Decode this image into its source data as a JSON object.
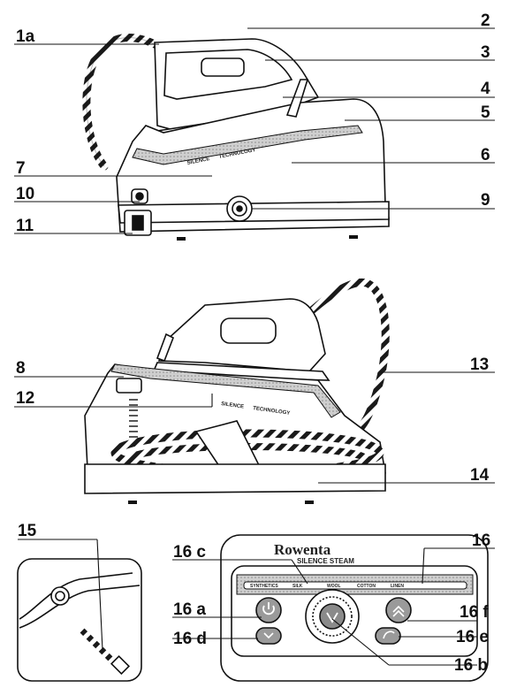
{
  "callouts": {
    "c1a": "1a",
    "c2": "2",
    "c3": "3",
    "c4": "4",
    "c5": "5",
    "c6": "6",
    "c7": "7",
    "c8": "8",
    "c9": "9",
    "c10": "10",
    "c11": "11",
    "c12": "12",
    "c13": "13",
    "c14": "14",
    "c15": "15",
    "c16": "16",
    "c16a": "16 a",
    "c16b": "16 b",
    "c16c": "16 c",
    "c16d": "16 d",
    "c16e": "16 e",
    "c16f": "16 f"
  },
  "base_text": {
    "band_top": "SILENCE",
    "band_top2": "TECHNOLOGY",
    "band_bottom": "SILENCE",
    "band_bottom2": "TECHNOLOGY"
  },
  "panel": {
    "brand": "Rowenta",
    "subtitle": "SILENCE STEAM",
    "settings": [
      "SYNTHETICS",
      "SILK",
      "WOOL",
      "COTTON",
      "LINEN"
    ]
  },
  "icons": [
    "power-icon",
    "steam-down-icon",
    "steam-up-icon",
    "eco-icon",
    "dial-icon"
  ]
}
